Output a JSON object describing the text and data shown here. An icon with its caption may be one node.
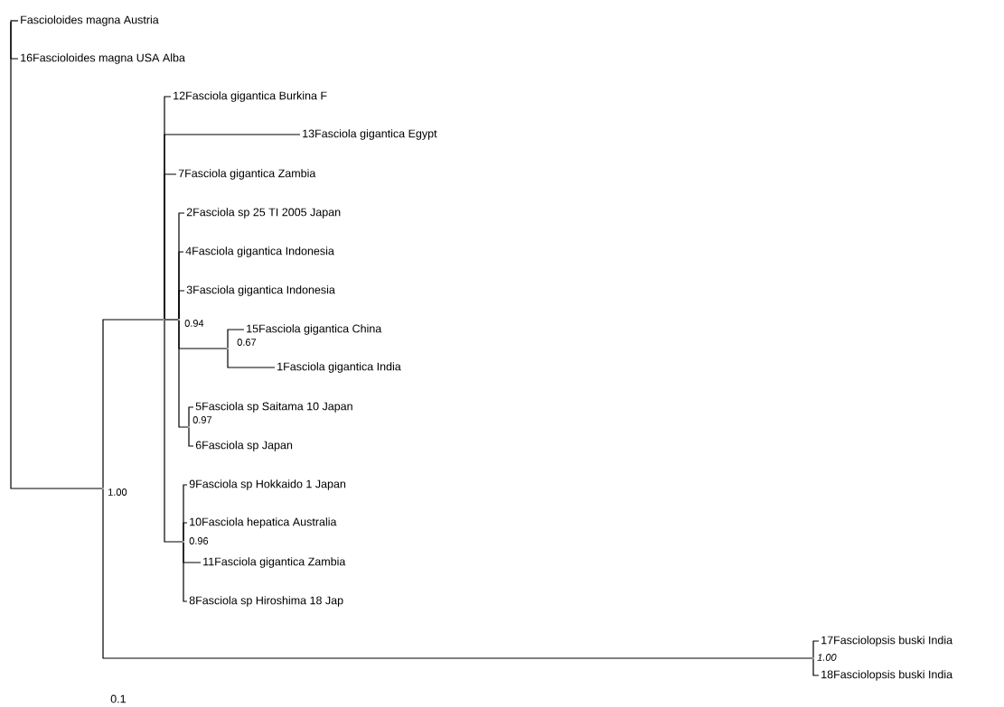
{
  "diagram": {
    "nodes": [
      {
        "text": [
          "Fascioloides magna Austria"
        ]
      },
      {
        "text": [
          "16Fascioloides magna USA Alba"
        ]
      },
      {
        "text": [
          "12Fasciola gigantica Burkina F"
        ]
      },
      {
        "text": [
          "13Fasciola gigantica Egypt"
        ]
      },
      {
        "text": [
          "7Fasciola gigantica Zambia"
        ]
      },
      {
        "text": [
          "2Fasciola sp 25 TI 2005 Japan"
        ]
      },
      {
        "text": [
          "4Fasciola gigantica Indonesia"
        ]
      },
      {
        "text": [
          "3Fasciola gigantica Indonesia"
        ]
      },
      {
        "text": [
          "15Fasciola gigantica China"
        ]
      },
      {
        "text": [
          "1Fasciola gigantica India"
        ]
      },
      {
        "text": [
          "5Fasciola sp Saitama 10 Japan"
        ]
      },
      {
        "text": [
          "6Fasciola sp Japan"
        ]
      },
      {
        "text": [
          "9Fasciola sp Hokkaido 1 Japan"
        ]
      },
      {
        "text": [
          "10Fasciola hepatica Australia"
        ]
      },
      {
        "text": [
          "11Fasciola gigantica Zambia"
        ]
      },
      {
        "text": [
          "8Fasciola sp Hiroshima 18 Jap"
        ]
      },
      {
        "text": [
          "17Fasciolopsis buski India"
        ]
      },
      {
        "text": [
          "18Fasciolopsis buski India"
        ]
      },
      {
        "text": [],
        "shape": "point"
      },
      {
        "text": [],
        "shape": "point",
        "beside": [
          "1.00"
        ]
      },
      {
        "text": [],
        "shape": "point"
      },
      {
        "text": [],
        "shape": "point",
        "beside": [
          "0.94"
        ]
      },
      {
        "text": [],
        "shape": "point",
        "beside": [
          "0.67"
        ]
      },
      {
        "text": [],
        "shape": "point",
        "beside": [
          "0.97"
        ]
      },
      {
        "text": [],
        "shape": "point",
        "beside": [
          "0.96"
        ]
      },
      {
        "text": [],
        "shape": "point",
        "beside": [
          "1.00"
        ]
      }
    ],
    "edges": [
      {
        "from": 18,
        "to": 0,
        "arrow": "none"
      },
      {
        "from": 18,
        "to": 1,
        "arrow": "none"
      },
      {
        "from": 18,
        "to": 19,
        "arrow": "none"
      },
      {
        "from": 19,
        "to": 20,
        "arrow": "none"
      },
      {
        "from": 19,
        "to": 25,
        "arrow": "none"
      },
      {
        "from": 20,
        "to": 2,
        "arrow": "none"
      },
      {
        "from": 20,
        "to": 3,
        "arrow": "none"
      },
      {
        "from": 20,
        "to": 4,
        "arrow": "none"
      },
      {
        "from": 20,
        "to": 21,
        "arrow": "none"
      },
      {
        "from": 20,
        "to": 24,
        "arrow": "none"
      },
      {
        "from": 21,
        "to": 5,
        "arrow": "none"
      },
      {
        "from": 21,
        "to": 6,
        "arrow": "none"
      },
      {
        "from": 21,
        "to": 7,
        "arrow": "none"
      },
      {
        "from": 21,
        "to": 22,
        "arrow": "none"
      },
      {
        "from": 21,
        "to": 23,
        "arrow": "none"
      },
      {
        "from": 22,
        "to": 8,
        "arrow": "none"
      },
      {
        "from": 22,
        "to": 9,
        "arrow": "none"
      },
      {
        "from": 23,
        "to": 10,
        "arrow": "none"
      },
      {
        "from": 23,
        "to": 11,
        "arrow": "none"
      },
      {
        "from": 24,
        "to": 12,
        "arrow": "none"
      },
      {
        "from": 24,
        "to": 13,
        "arrow": "none"
      },
      {
        "from": 24,
        "to": 14,
        "arrow": "none"
      },
      {
        "from": 24,
        "to": 15,
        "arrow": "none"
      },
      {
        "from": 25,
        "to": 16,
        "arrow": "none"
      },
      {
        "from": 25,
        "to": 17,
        "arrow": "none"
      }
    ],
    "labels": [
      "0.1"
    ]
  }
}
